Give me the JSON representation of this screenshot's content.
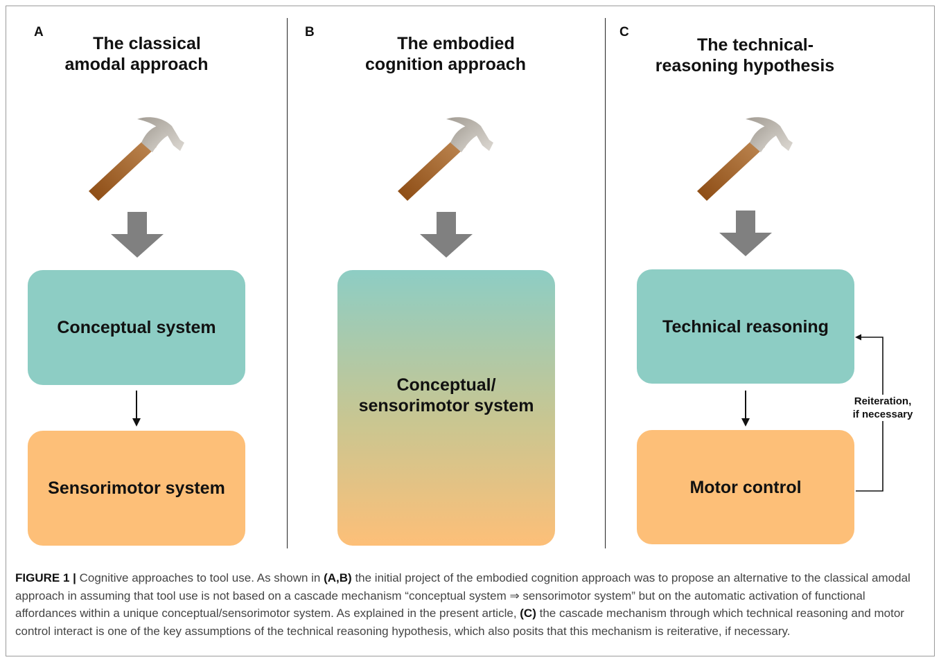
{
  "panels": [
    {
      "letter": "A",
      "title_line1": "The classical",
      "title_line2": "amodal approach",
      "box1": "Conceptual system",
      "box2": "Sensorimotor system"
    },
    {
      "letter": "B",
      "title_line1": "The embodied",
      "title_line2": "cognition approach",
      "box_line1": "Conceptual/",
      "box_line2": "sensorimotor system"
    },
    {
      "letter": "C",
      "title_line1": "The technical-",
      "title_line2": "reasoning hypothesis",
      "box1": "Technical reasoning",
      "box2": "Motor control",
      "loop_line1": "Reiteration,",
      "loop_line2": "if necessary"
    }
  ],
  "caption": {
    "label": "FIGURE 1 |",
    "text1": " Cognitive approaches to tool use. As shown in ",
    "ref1": "(A,B)",
    "text2": " the initial project of the embodied cognition approach was to propose an alternative to the classical amodal approach in assuming that tool use is not based on a cascade mechanism “conceptual system ⇒ sensorimotor system” but on the automatic activation of functional affordances within a unique conceptual/sensorimotor system. As explained in the present article, ",
    "ref2": "(C)",
    "text3": " the cascade mechanism through which technical reasoning and motor control interact is one of the key assumptions of the technical reasoning hypothesis, which also posits that this mechanism is reiterative, if necessary."
  },
  "colors": {
    "teal": "#8dcdc4",
    "orange": "#fdbf78",
    "arrow_gray": "#808080",
    "hammer_handle": "#a8621f",
    "hammer_head": "#c2bdb5"
  },
  "icons": [
    "hammer-icon",
    "down-arrow-icon"
  ]
}
